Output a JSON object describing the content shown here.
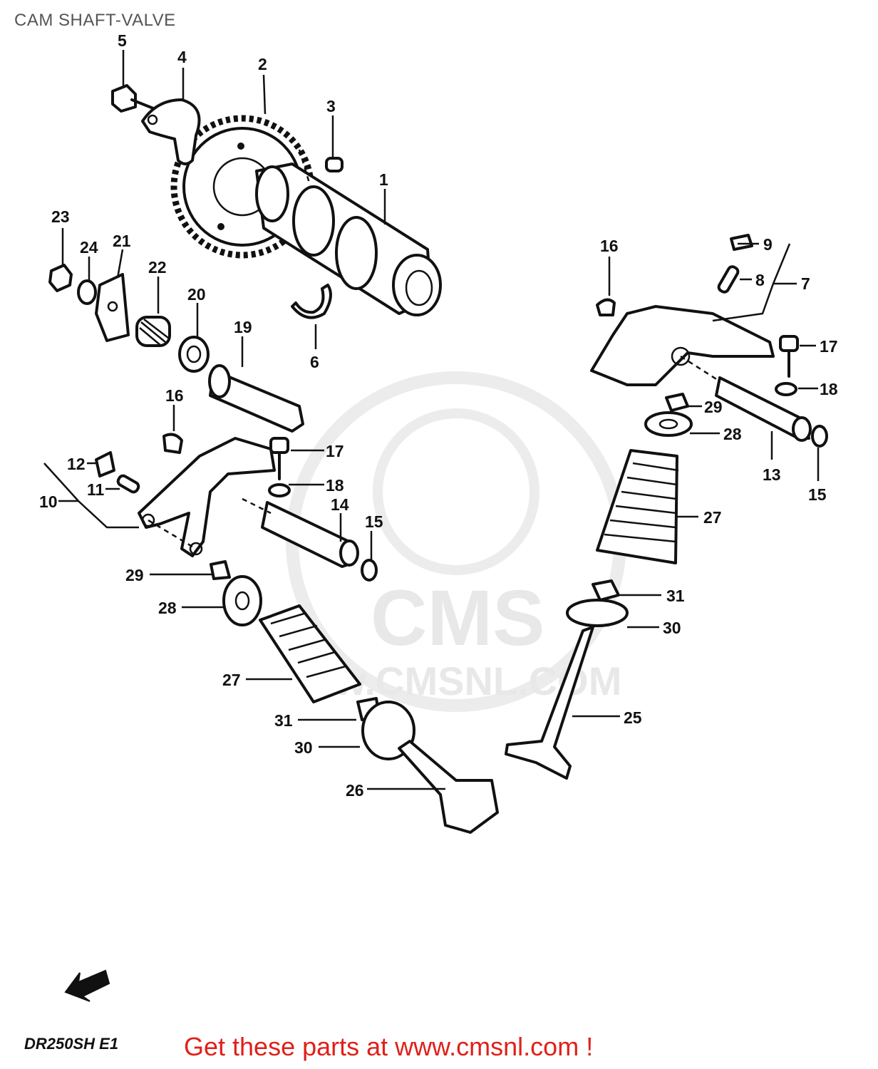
{
  "title": "CAM SHAFT-VALVE",
  "footer": "Get these parts at www.cmsnl.com !",
  "model_code": "DR250SH E1",
  "watermark": {
    "logo_text": "CMS",
    "url_text": "w.CMSNL.COM"
  },
  "callouts": [
    "1",
    "2",
    "3",
    "4",
    "5",
    "6",
    "7",
    "8",
    "9",
    "10",
    "11",
    "12",
    "13",
    "14",
    "15",
    "15",
    "16",
    "16",
    "17",
    "17",
    "18",
    "18",
    "19",
    "20",
    "21",
    "22",
    "23",
    "24",
    "25",
    "26",
    "27",
    "27",
    "28",
    "28",
    "29",
    "29",
    "30",
    "30",
    "31",
    "31"
  ],
  "colors": {
    "footer_text": "#e0201a",
    "title_text": "#555555",
    "line_art": "#111111",
    "watermark": "#e8e8e8"
  },
  "icons": {
    "front_arrow": "front-direction-arrow-icon"
  }
}
